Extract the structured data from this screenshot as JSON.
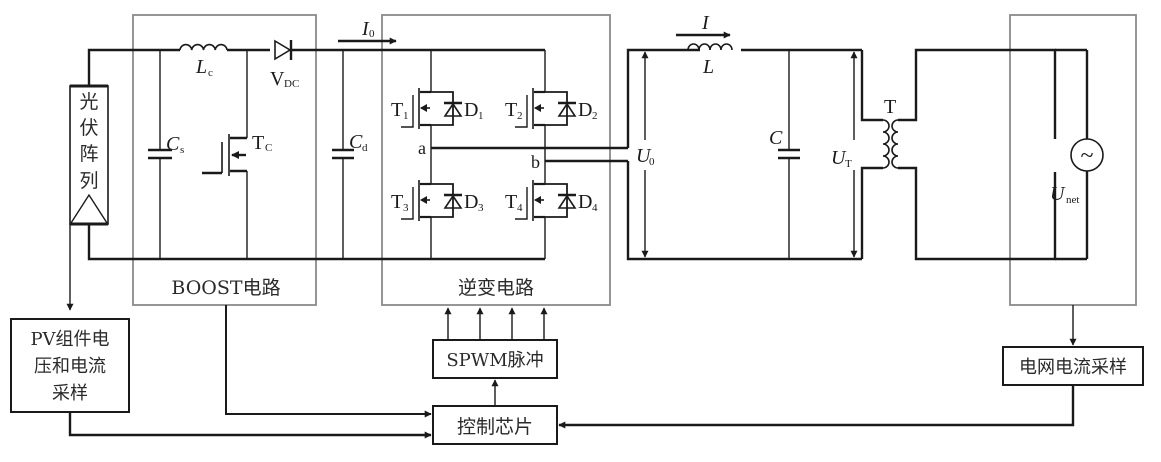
{
  "title": "Photovoltaic grid-connected inverter system block diagram",
  "colors": {
    "wire": "#1a1a1a",
    "group_box": "#8a8a8a",
    "background": "#ffffff"
  },
  "pv_array": {
    "label_chars": [
      "光",
      "伏",
      "阵",
      "列"
    ]
  },
  "boost": {
    "box_label": "BOOST电路",
    "inductor": {
      "sym": "L",
      "sub": "c"
    },
    "diode": {
      "sym": "V",
      "sub": "DC"
    },
    "cap_in": {
      "sym": "C",
      "sub": "s"
    },
    "switch": {
      "sym": "T",
      "sub": "C"
    }
  },
  "dc_link": {
    "cap": {
      "sym": "C",
      "sub": "d"
    },
    "current": {
      "sym": "I",
      "sub": "0"
    }
  },
  "inverter": {
    "box_label": "逆变电路",
    "switches": [
      {
        "t": "T",
        "t_sub": "1",
        "d": "D",
        "d_sub": "1"
      },
      {
        "t": "T",
        "t_sub": "2",
        "d": "D",
        "d_sub": "2"
      },
      {
        "t": "T",
        "t_sub": "3",
        "d": "D",
        "d_sub": "3"
      },
      {
        "t": "T",
        "t_sub": "4",
        "d": "D",
        "d_sub": "4"
      }
    ],
    "node_a": "a",
    "node_b": "b"
  },
  "filter": {
    "output_voltage": {
      "sym": "U",
      "sub": "0"
    },
    "current": {
      "sym": "I"
    },
    "inductor": {
      "sym": "L"
    },
    "cap": {
      "sym": "C"
    },
    "transformer_voltage": {
      "sym": "U",
      "sub": "T"
    }
  },
  "transformer": {
    "label": "T"
  },
  "grid": {
    "source_glyph": "~",
    "voltage": {
      "sym": "U",
      "sub": "net"
    }
  },
  "blocks": {
    "pv_sampling_lines": [
      "PV组件电",
      "压和电流",
      "采样"
    ],
    "spwm": "SPWM脉冲",
    "controller": "控制芯片",
    "grid_sampling": "电网电流采样"
  }
}
